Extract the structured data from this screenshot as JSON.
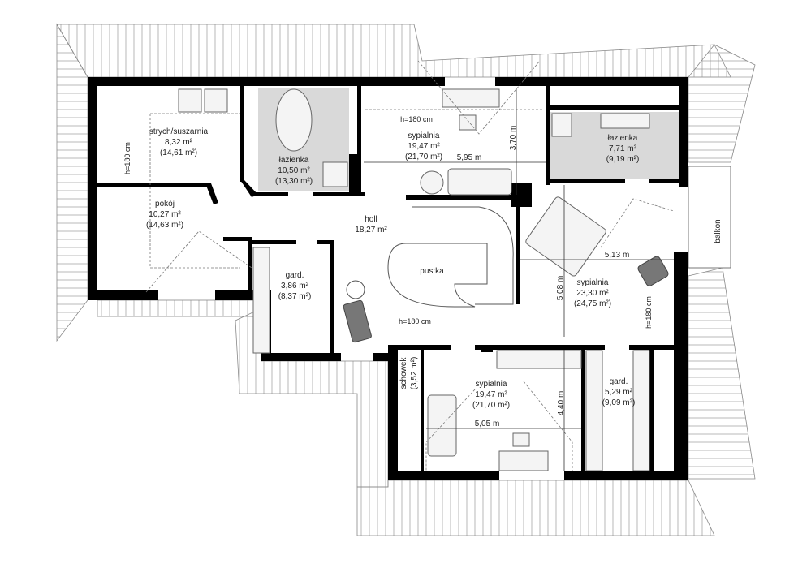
{
  "plan": {
    "rooms": [
      {
        "name": "strych/suszarnia",
        "area": "8,32 m²",
        "total": "(14,61 m²)"
      },
      {
        "name": "łazienka",
        "area": "10,50 m²",
        "total": "(13,30 m²)"
      },
      {
        "name": "sypialnia",
        "area": "19,47 m²",
        "total": "(21,70 m²)"
      },
      {
        "name": "łazienka",
        "area": "7,71 m²",
        "total": "(9,19 m²)"
      },
      {
        "name": "pokój",
        "area": "10,27 m²",
        "total": "(14,63 m²)"
      },
      {
        "name": "holl",
        "area": "18,27 m²"
      },
      {
        "name": "pustka"
      },
      {
        "name": "gard.",
        "area": "3,86 m²",
        "total": "(8,37 m²)"
      },
      {
        "name": "sypialnia",
        "area": "23,30 m²",
        "total": "(24,75 m²)"
      },
      {
        "name": "schowek",
        "total": "(3,52 m²)"
      },
      {
        "name": "sypialnia",
        "area": "19,47 m²",
        "total": "(21,70 m²)"
      },
      {
        "name": "gard.",
        "area": "5,29 m²",
        "total": "(9,09 m²)"
      },
      {
        "name": "balkon"
      }
    ],
    "dimensions": [
      "5,95 m",
      "3,70 m",
      "5,13 m",
      "5,08 m",
      "4,40 m",
      "5,05 m"
    ],
    "height_note": "h=180 cm",
    "colors": {
      "wall": "#000000",
      "wet_room_floor": "#d9d9d9",
      "furniture_accent": "#777777"
    }
  }
}
